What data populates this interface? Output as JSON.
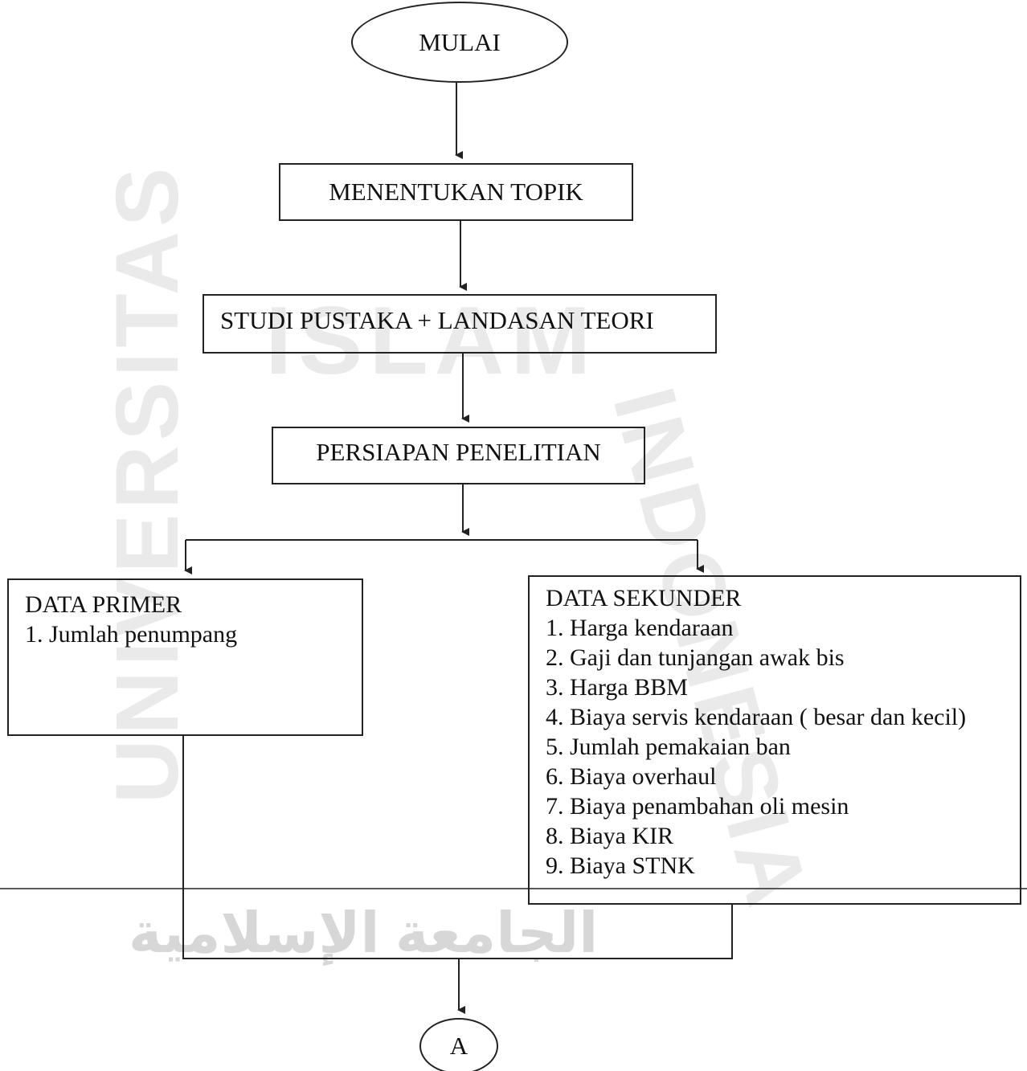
{
  "flowchart": {
    "start": "MULAI",
    "step1": "MENENTUKAN TOPIK",
    "step2": "STUDI PUSTAKA + LANDASAN TEORI",
    "step3": "PERSIAPAN PENELITIAN",
    "primary": {
      "title": "DATA PRIMER",
      "items": [
        "1. Jumlah penumpang"
      ]
    },
    "secondary": {
      "title": "DATA SEKUNDER",
      "items": [
        "1. Harga kendaraan",
        "2. Gaji dan tunjangan awak bis",
        "3. Harga BBM",
        "4. Biaya servis kendaraan ( besar dan kecil)",
        "5. Jumlah pemakaian ban",
        "6. Biaya overhaul",
        "7. Biaya penambahan oli mesin",
        "8. Biaya KIR",
        "9. Biaya STNK"
      ]
    },
    "connector": "A"
  },
  "watermark": {
    "top": "ISLAM",
    "left": "UNIVERSITAS",
    "right": "INDONESIA",
    "bottom": "ﺍﻟﺠﺎﻣﻌﺔ ﺍﻹﺳﻼﻣﻴﺔ"
  },
  "colors": {
    "line": "#222222",
    "watermark": "#d9d9d9"
  }
}
